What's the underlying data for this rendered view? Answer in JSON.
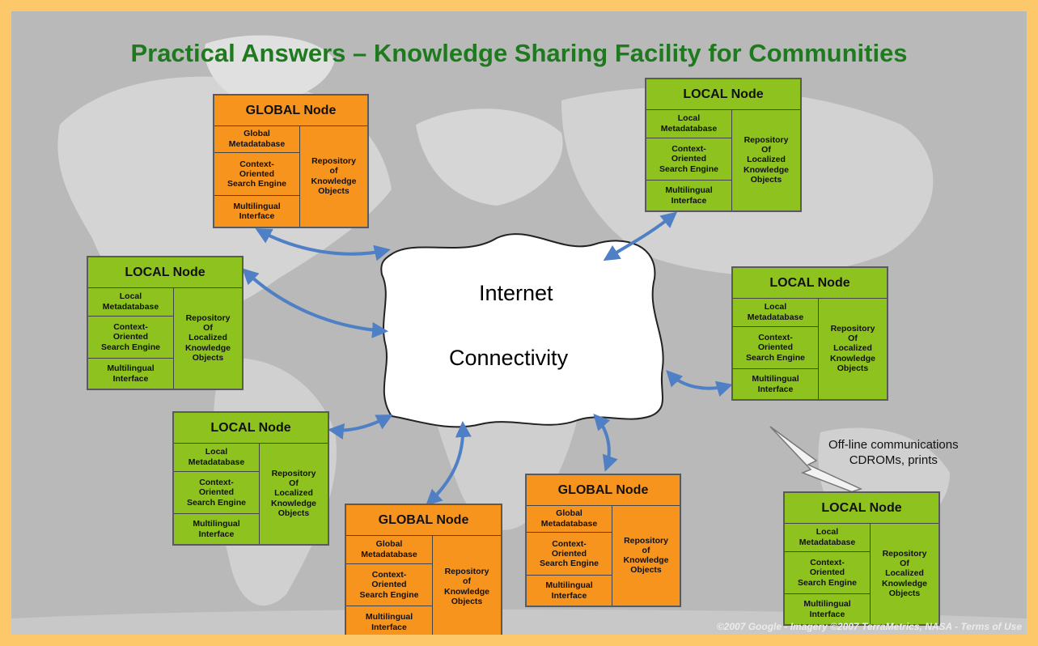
{
  "title": "Practical Answers – Knowledge Sharing Facility for Communities",
  "center": {
    "line1": "Internet",
    "line2": "Connectivity"
  },
  "global_node": {
    "title": "GLOBAL Node",
    "metadatabase": "Global\nMetadatabase",
    "search": "Context-\nOriented\nSearch Engine",
    "interface": "Multilingual\nInterface",
    "repository": "Repository\nof\nKnowledge\nObjects"
  },
  "local_node": {
    "title": "LOCAL Node",
    "metadatabase": "Local\nMetadatabase",
    "search": "Context-\nOriented\nSearch Engine",
    "interface": "Multilingual\nInterface",
    "repository": "Repository\nOf\nLocalized\nKnowledge\nObjects"
  },
  "nodes": [
    {
      "id": "global-top-left",
      "type": "global"
    },
    {
      "id": "local-top-right",
      "type": "local"
    },
    {
      "id": "local-left",
      "type": "local"
    },
    {
      "id": "local-right",
      "type": "local"
    },
    {
      "id": "local-bottom-left",
      "type": "local"
    },
    {
      "id": "global-bottom-center",
      "type": "global"
    },
    {
      "id": "global-bottom-middle",
      "type": "global"
    },
    {
      "id": "local-bottom-right",
      "type": "local"
    }
  ],
  "offline_note": {
    "line1": "Off-line communications",
    "line2": "CDROMs, prints"
  },
  "copyright": "©2007 Google - Imagery ©2007 TerraMetrics, NASA - Terms of Use",
  "colors": {
    "global": "#f7941d",
    "local": "#8dc21f",
    "title": "#1f7a1f",
    "arrow": "#4f7fc4",
    "border": "#fcc86a"
  }
}
